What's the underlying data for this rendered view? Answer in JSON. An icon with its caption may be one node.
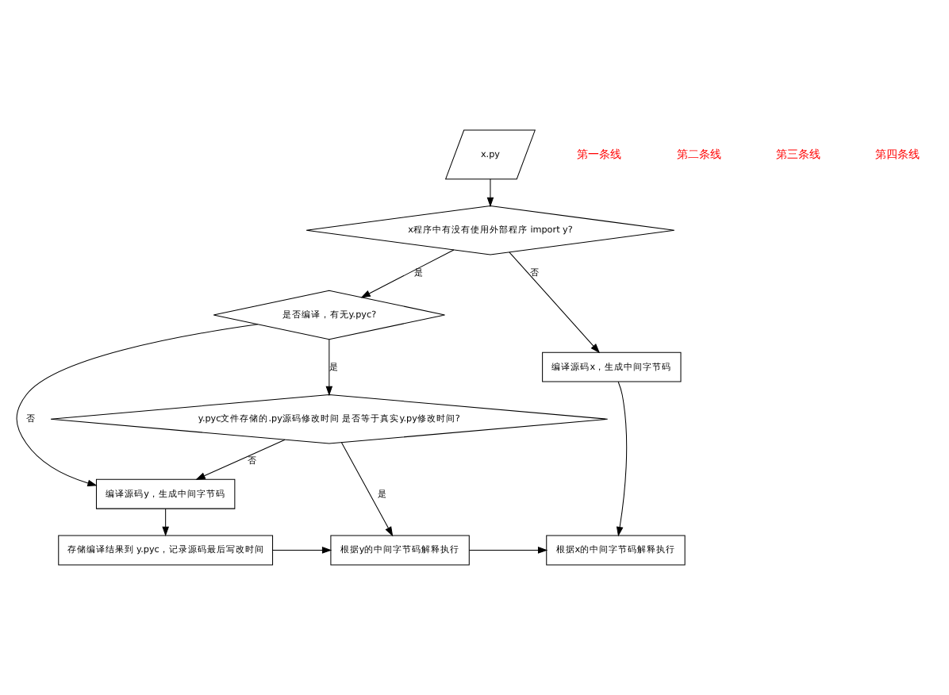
{
  "diagram": {
    "nodes": [
      {
        "text": [
          "x.py"
        ]
      },
      {
        "text": [
          "x程序中有没有使用外部程序 import y?"
        ]
      },
      {
        "text": [
          "编译源码x，生成中间字节码"
        ]
      },
      {
        "text": [
          "是否编译，有无y.pyc?"
        ]
      },
      {
        "text": [
          "y.pyc文件存储的.py源码修改时间 是否等于真实y.py修改时间?"
        ]
      },
      {
        "text": [
          "编译源码y，生成中间字节码"
        ]
      },
      {
        "text": [
          "根据x的中间字节码解释执行"
        ]
      },
      {
        "text": [
          "根据y的中间字节码解释执行"
        ]
      },
      {
        "text": [
          "存储编译结果到 y.pyc，记录源码最后写改时间"
        ]
      }
    ],
    "edges": [
      {
        "from": 0,
        "to": 1,
        "arrow": "to"
      },
      {
        "from": 1,
        "to": 3,
        "arrow": "to",
        "label": "是"
      },
      {
        "from": 1,
        "to": 2,
        "arrow": "to",
        "label": "否"
      },
      {
        "from": 3,
        "to": 4,
        "arrow": "to",
        "label": "是"
      },
      {
        "from": 3,
        "to": 5,
        "arrow": "to",
        "label": "否"
      },
      {
        "from": 4,
        "to": 7,
        "arrow": "to",
        "label": "是"
      },
      {
        "from": 4,
        "to": 5,
        "arrow": "to",
        "label": "否"
      },
      {
        "from": 2,
        "to": 6,
        "arrow": "to"
      },
      {
        "from": 5,
        "to": 8,
        "arrow": "to"
      },
      {
        "from": 8,
        "to": 7,
        "arrow": "to"
      },
      {
        "from": 7,
        "to": 6,
        "arrow": "to"
      }
    ],
    "labels": [
      "第一条线",
      "第二条线",
      "第三条线",
      "第四条线"
    ]
  }
}
